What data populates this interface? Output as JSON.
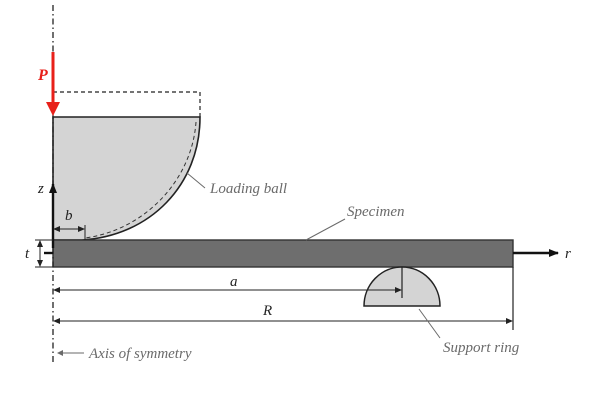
{
  "diagram": {
    "title": "Ball-on-ring flexure test setup (axisymmetric)",
    "colors": {
      "force": "#e8201a",
      "ball_fill": "#d4d4d4",
      "specimen_fill": "#6e6e6e",
      "support_fill": "#d4d4d4",
      "line": "#222222",
      "leader": "#6a6a6a"
    },
    "symbols": {
      "load": "P",
      "z_axis": "z",
      "r_axis": "r",
      "contact_radius": "b",
      "thickness": "t",
      "support_radius": "a",
      "specimen_radius": "R"
    },
    "callouts": {
      "loading_ball": "Loading ball",
      "specimen": "Specimen",
      "support_ring": "Support ring",
      "axis_of_symmetry": "Axis of symmetry"
    }
  }
}
